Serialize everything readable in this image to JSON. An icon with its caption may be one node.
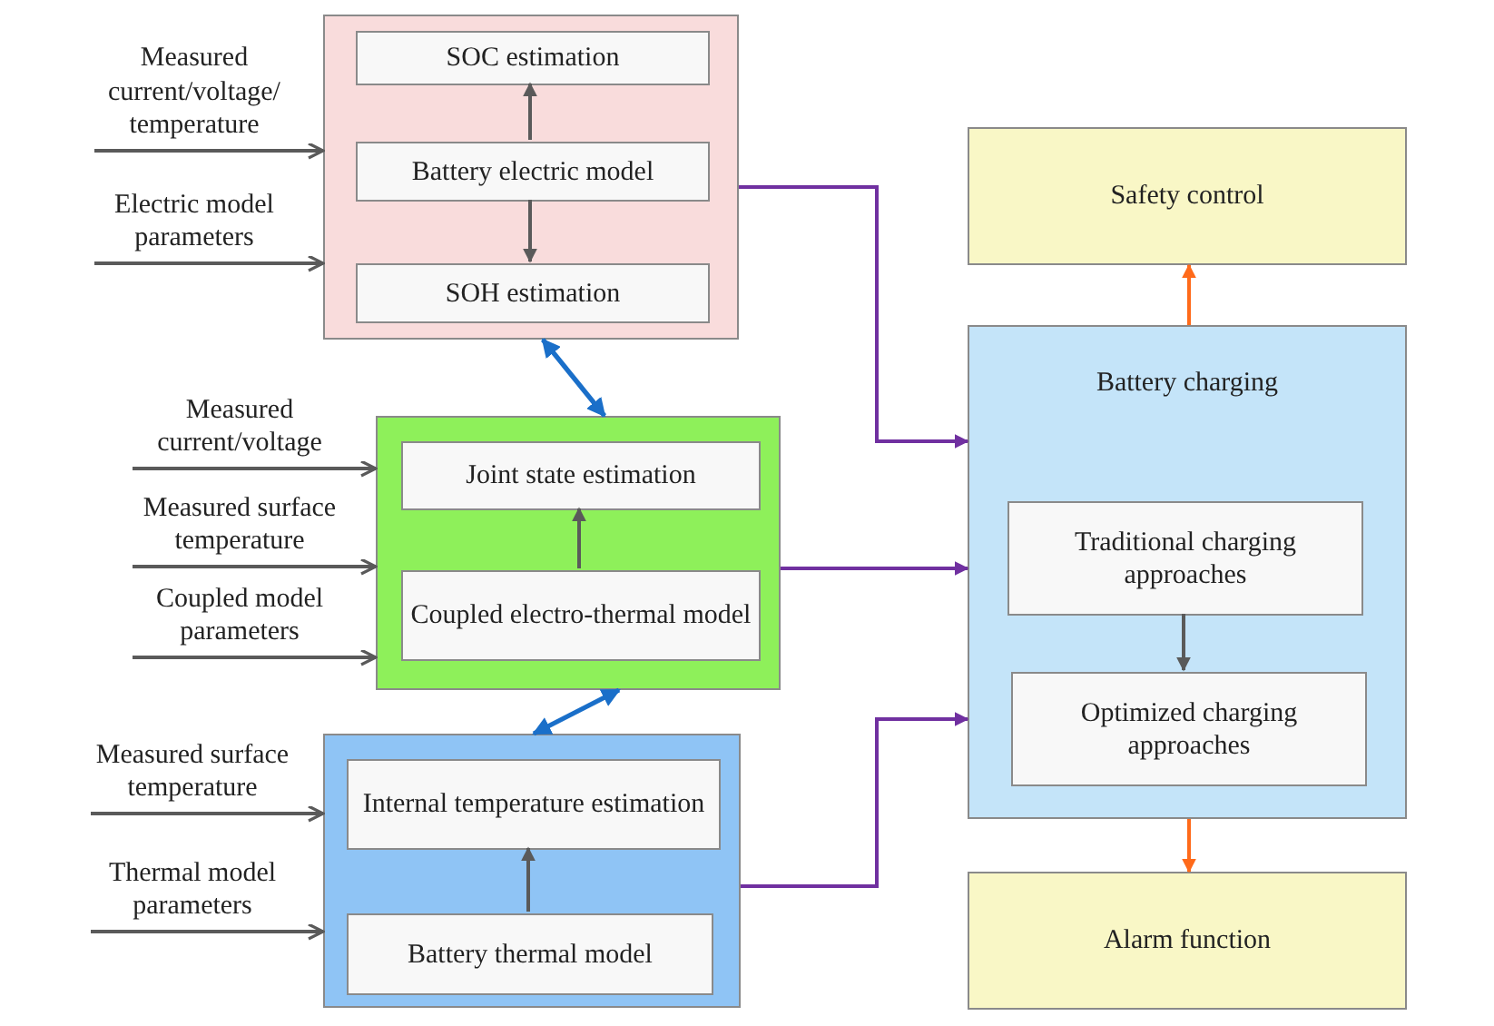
{
  "diagram": {
    "nodes": [
      {
        "text": [],
        "shape": "box"
      },
      {
        "text": [
          "SOC estimation"
        ],
        "in": 0
      },
      {
        "text": [
          "Battery electric model"
        ],
        "in": 0
      },
      {
        "text": [
          "SOH estimation"
        ],
        "in": 0
      },
      {
        "text": [],
        "shape": "box"
      },
      {
        "text": [
          "Joint state estimation"
        ],
        "in": 4
      },
      {
        "text": [
          "Coupled electro-thermal model"
        ],
        "in": 4
      },
      {
        "text": [],
        "shape": "box"
      },
      {
        "text": [
          "Internal temperature estimation"
        ],
        "in": 7
      },
      {
        "text": [
          "Battery thermal model"
        ],
        "in": 7
      },
      {
        "text": [
          "Safety control"
        ]
      },
      {
        "text": [
          "Battery charging"
        ]
      },
      {
        "text": [
          "Traditional charging approaches"
        ],
        "in": 11
      },
      {
        "text": [
          "Optimized charging approaches"
        ],
        "in": 11
      },
      {
        "text": [
          "Alarm function"
        ]
      }
    ],
    "edges": [
      {
        "from": null,
        "to": 0,
        "arrow": "to",
        "label": "Measured current/voltage/ temperature"
      },
      {
        "from": null,
        "to": 0,
        "arrow": "to",
        "label": "Electric model parameters"
      },
      {
        "from": null,
        "to": 4,
        "arrow": "to",
        "label": "Measured current/voltage"
      },
      {
        "from": null,
        "to": 4,
        "arrow": "to",
        "label": "Measured surface temperature"
      },
      {
        "from": null,
        "to": 4,
        "arrow": "to",
        "label": "Coupled model parameters"
      },
      {
        "from": null,
        "to": 7,
        "arrow": "to",
        "label": "Measured surface temperature"
      },
      {
        "from": null,
        "to": 7,
        "arrow": "to",
        "label": "Thermal model parameters"
      },
      {
        "from": 2,
        "to": 1,
        "arrow": "to"
      },
      {
        "from": 2,
        "to": 3,
        "arrow": "to"
      },
      {
        "from": 0,
        "to": 4,
        "arrow": "both",
        "color": "#1a6fc9"
      },
      {
        "from": 6,
        "to": 5,
        "arrow": "to"
      },
      {
        "from": 4,
        "to": 7,
        "arrow": "both",
        "color": "#1a6fc9"
      },
      {
        "from": 9,
        "to": 8,
        "arrow": "to"
      },
      {
        "from": 0,
        "to": 11,
        "arrow": "to",
        "color": "#7030a0"
      },
      {
        "from": 4,
        "to": 11,
        "arrow": "to",
        "color": "#7030a0"
      },
      {
        "from": 7,
        "to": 11,
        "arrow": "to",
        "color": "#7030a0"
      },
      {
        "from": 11,
        "to": 10,
        "arrow": "to",
        "color": "#ff6a1a"
      },
      {
        "from": 12,
        "to": 13,
        "arrow": "to"
      },
      {
        "from": 11,
        "to": 14,
        "arrow": "to",
        "color": "#ff6a1a"
      }
    ]
  }
}
